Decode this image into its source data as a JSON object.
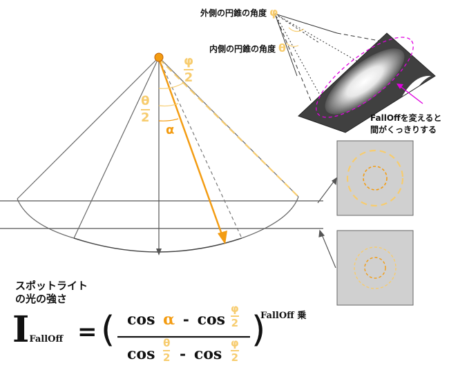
{
  "labels": {
    "outer_cone_angle": "外側の円錐の角度",
    "inner_cone_angle": "内側の円錐の角度",
    "falloff_note_line1": "FallOffを変えると",
    "falloff_note_line2": "間がくっきりする",
    "spotlight_line1": "スポットライト",
    "spotlight_line2": "の光の強さ"
  },
  "symbols": {
    "phi": "φ",
    "theta": "θ",
    "alpha": "α",
    "two": "2"
  },
  "formula": {
    "lhs": "I",
    "lhs_subscript": "FallOff",
    "equals": "=",
    "open_paren": "(",
    "close_paren": ")",
    "cos": "cos",
    "minus": "-",
    "exponent": "FallOff 乗"
  },
  "colors": {
    "orange": "#f39c12",
    "pale_orange": "#f7cc6e",
    "magenta": "#e000e0",
    "line_gray": "#555555",
    "panel_gray": "#d0d0d0"
  }
}
